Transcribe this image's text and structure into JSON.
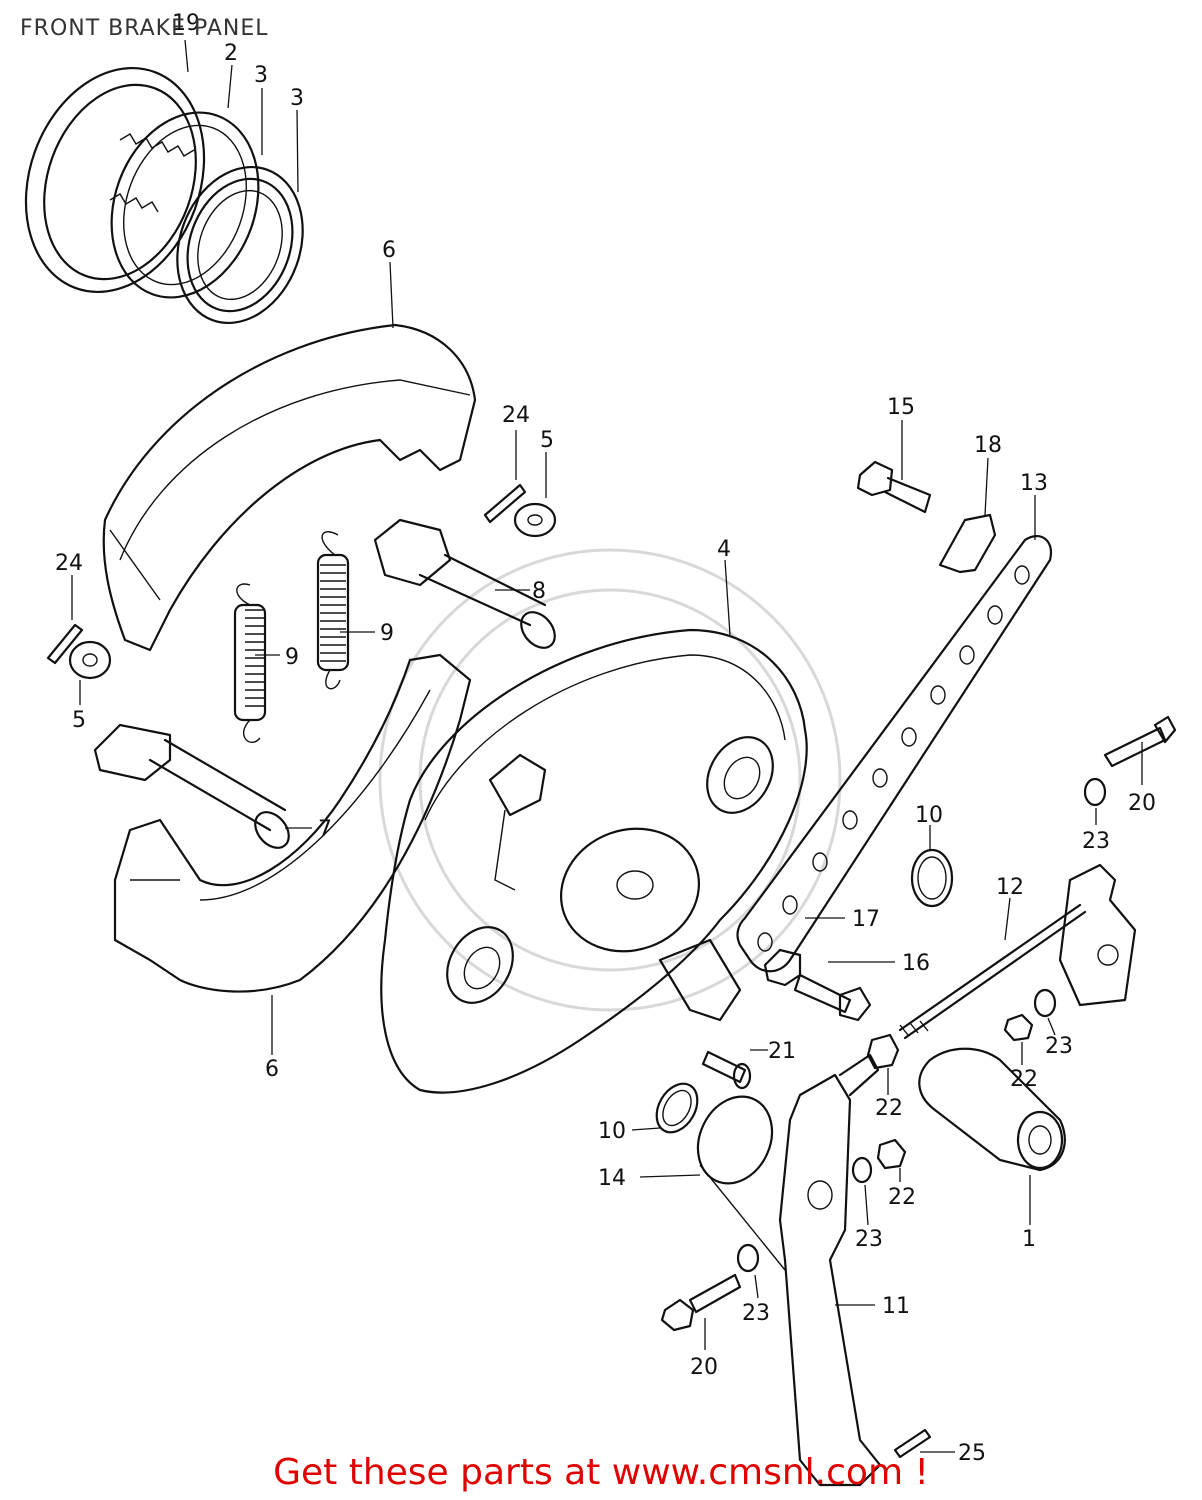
{
  "title": "FRONT BRAKE PANEL",
  "banner": "Get these parts at www.cmsnl.com !",
  "colors": {
    "banner": "#e00000",
    "ink": "#111111",
    "watermark": "#d8d8d8"
  },
  "callouts": [
    {
      "id": "c19",
      "text": "19"
    },
    {
      "id": "c2",
      "text": "2"
    },
    {
      "id": "c3a",
      "text": "3"
    },
    {
      "id": "c3b",
      "text": "3"
    },
    {
      "id": "c6a",
      "text": "6"
    },
    {
      "id": "c24a",
      "text": "24"
    },
    {
      "id": "c5a",
      "text": "5"
    },
    {
      "id": "c15",
      "text": "15"
    },
    {
      "id": "c18",
      "text": "18"
    },
    {
      "id": "c13",
      "text": "13"
    },
    {
      "id": "c24b",
      "text": "24"
    },
    {
      "id": "c8",
      "text": "8"
    },
    {
      "id": "c4",
      "text": "4"
    },
    {
      "id": "c9a",
      "text": "9"
    },
    {
      "id": "c9b",
      "text": "9"
    },
    {
      "id": "c5b",
      "text": "5"
    },
    {
      "id": "c20a",
      "text": "20"
    },
    {
      "id": "c23a",
      "text": "23"
    },
    {
      "id": "c7",
      "text": "7"
    },
    {
      "id": "c10a",
      "text": "10"
    },
    {
      "id": "c12",
      "text": "12"
    },
    {
      "id": "c17",
      "text": "17"
    },
    {
      "id": "c16",
      "text": "16"
    },
    {
      "id": "c23b",
      "text": "23"
    },
    {
      "id": "c22a",
      "text": "22"
    },
    {
      "id": "c6b",
      "text": "6"
    },
    {
      "id": "c21",
      "text": "21"
    },
    {
      "id": "c22b",
      "text": "22"
    },
    {
      "id": "c10b",
      "text": "10"
    },
    {
      "id": "c22c",
      "text": "22"
    },
    {
      "id": "c14",
      "text": "14"
    },
    {
      "id": "c23c",
      "text": "23"
    },
    {
      "id": "c1",
      "text": "1"
    },
    {
      "id": "c11",
      "text": "11"
    },
    {
      "id": "c23d",
      "text": "23"
    },
    {
      "id": "c20b",
      "text": "20"
    },
    {
      "id": "c25",
      "text": "25"
    }
  ]
}
